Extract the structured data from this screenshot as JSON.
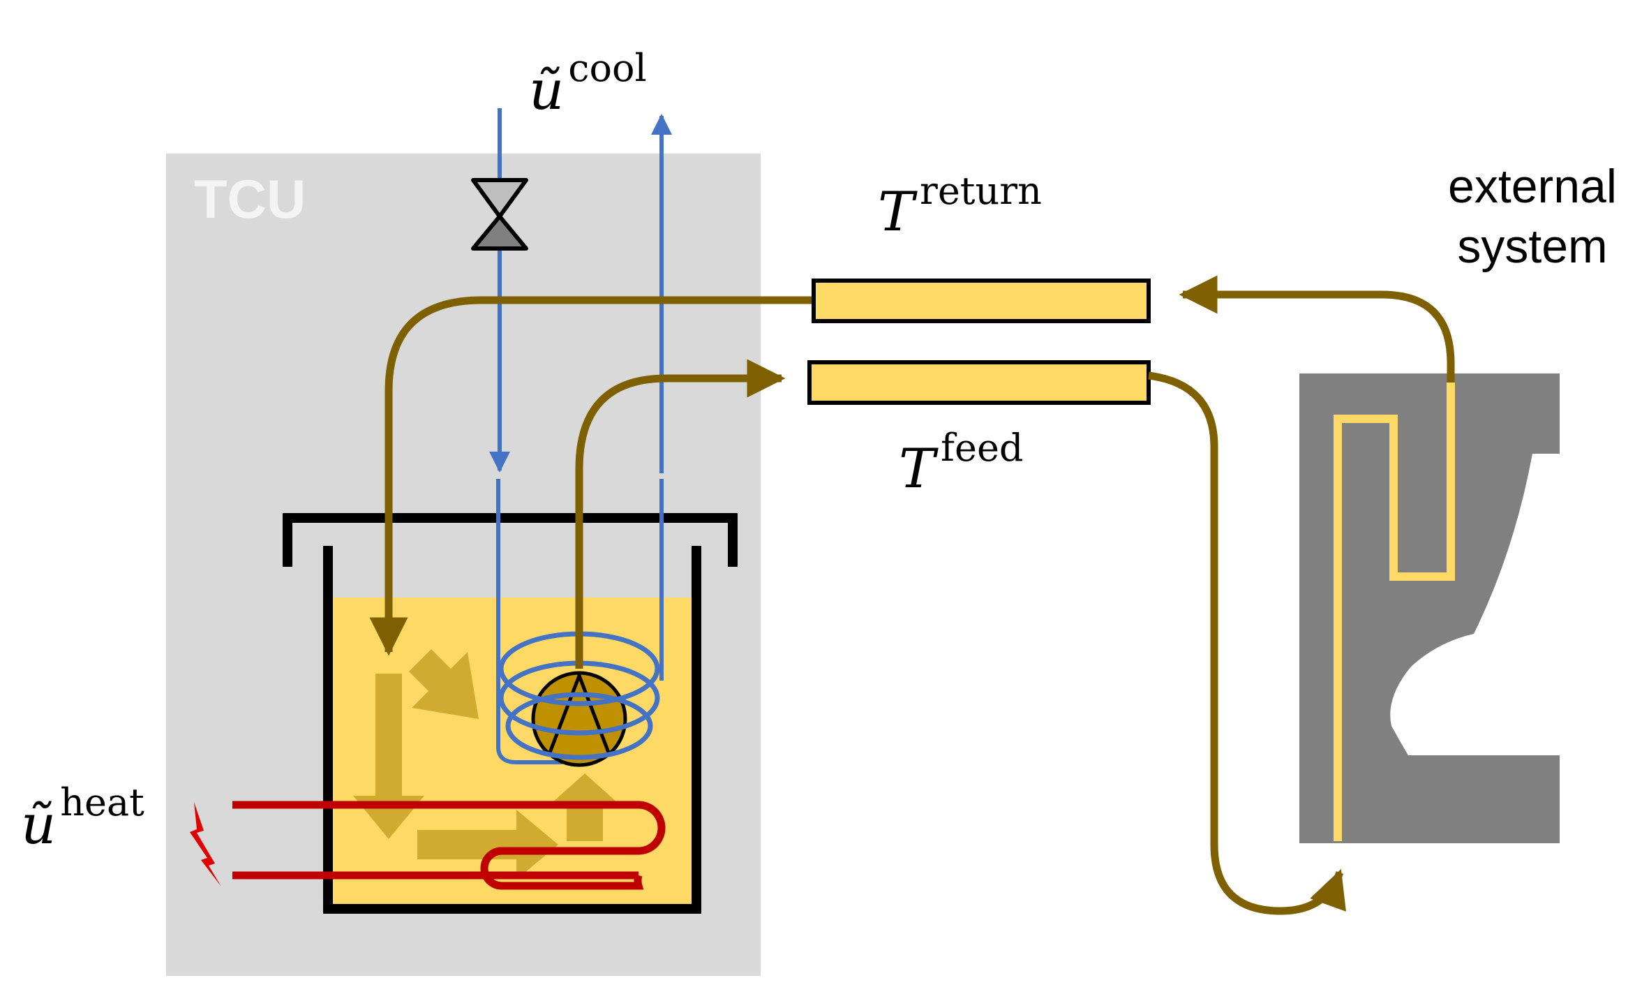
{
  "labels": {
    "unit": "TCU",
    "u_cool_base": "ũ",
    "u_cool_sup": "cool",
    "u_heat_base": "ũ",
    "u_heat_sup": "heat",
    "t_return_base": "T",
    "t_return_sup": "return",
    "t_feed_base": "T",
    "t_feed_sup": "feed",
    "external_line1": "external",
    "external_line2": "system"
  },
  "colors": {
    "tcu_box": "#d9d9d9",
    "fluid": "#ffd966",
    "pipe": "#7f6000",
    "cooling_water": "#4472c4",
    "heater": "#c00000",
    "external_system": "#808080",
    "flow_arrows": "#c9a227",
    "pump": "#bf9000"
  },
  "icons": {
    "valve": "valve-icon",
    "pump": "pump-icon",
    "heater_power": "lightning-icon"
  }
}
